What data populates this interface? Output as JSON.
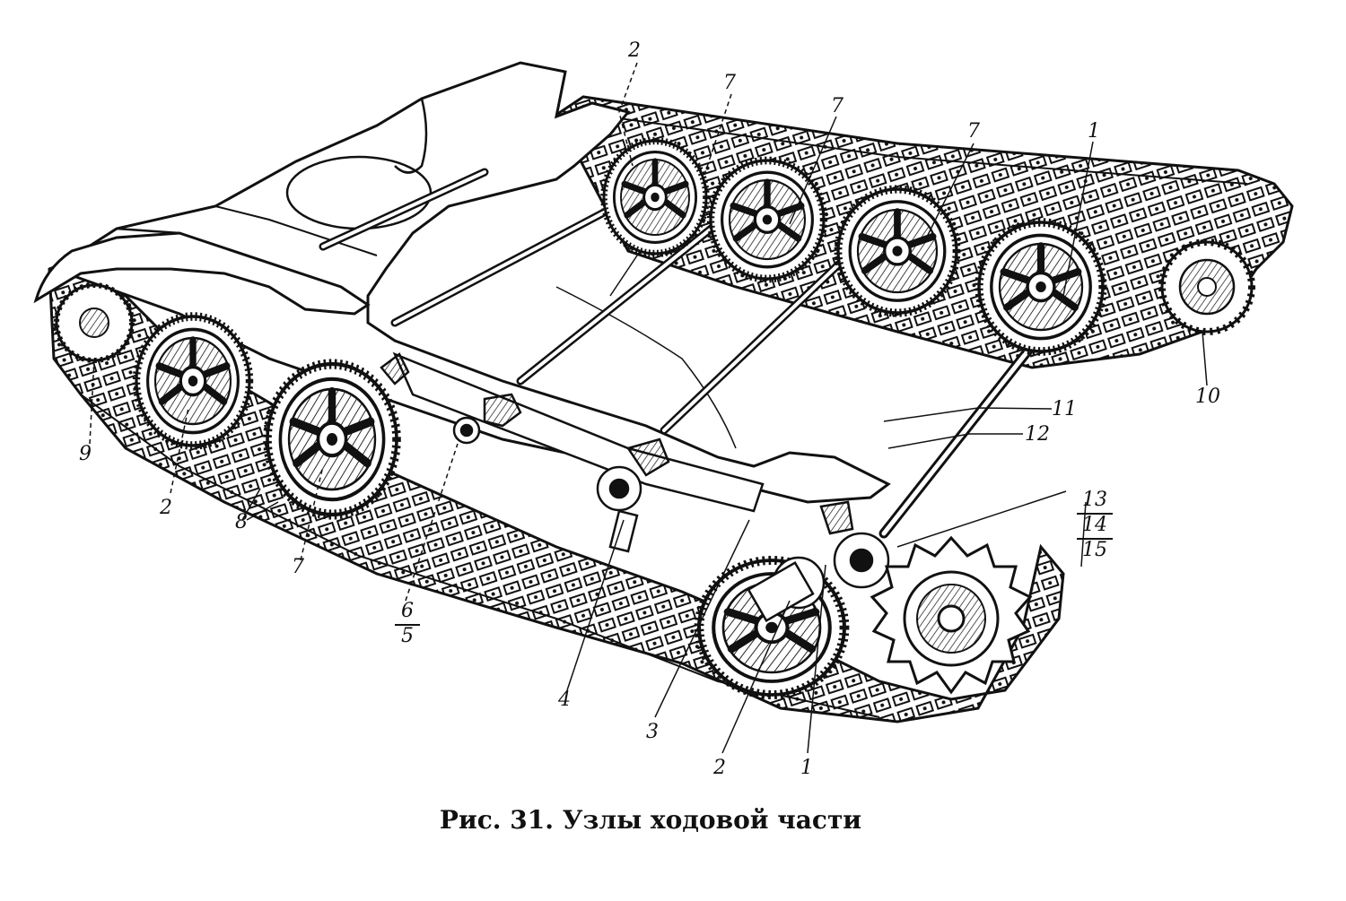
{
  "caption": "Рис. 31. Узлы ходовой части",
  "colors": {
    "ink": "#111111",
    "paper": "#ffffff"
  },
  "labels": {
    "l1_top": "1",
    "l1_bottom": "1",
    "l2_top": "2",
    "l2_left": "2",
    "l2_bottom": "2",
    "l3": "3",
    "l4": "4",
    "l7_a": "7",
    "l7_b": "7",
    "l7_c": "7",
    "l7_front": "7",
    "l8": "8",
    "l9": "9",
    "l10": "10",
    "l11": "11",
    "l12": "12",
    "frac_6_5": {
      "num": "6",
      "den": "5"
    },
    "stack_13_14_15": [
      "13",
      "14",
      "15"
    ]
  }
}
